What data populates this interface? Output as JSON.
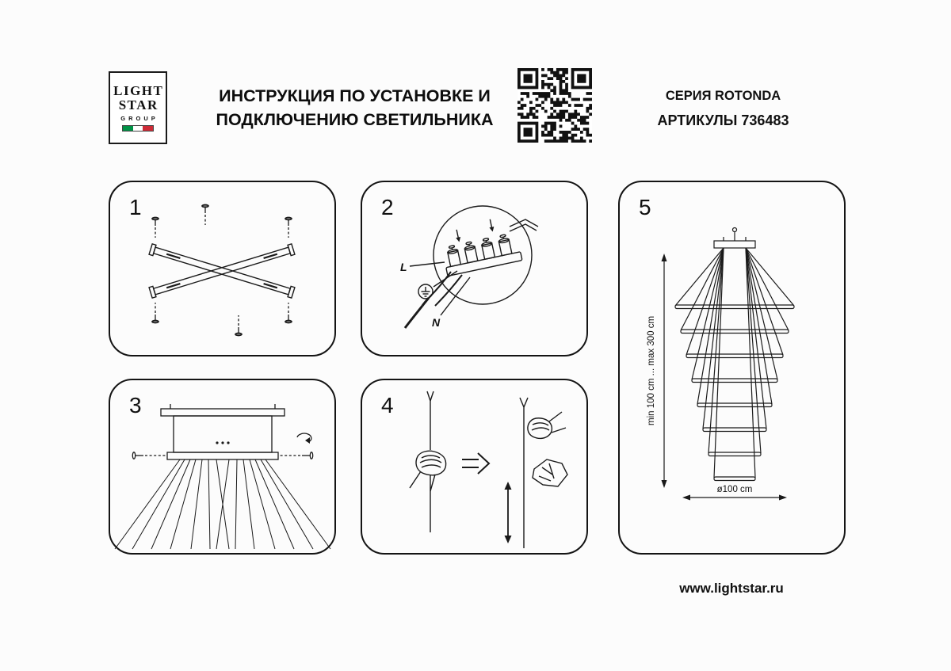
{
  "colors": {
    "line": "#1a1a1a",
    "flag_green": "#009246",
    "flag_white": "#ffffff",
    "flag_red": "#ce2b37"
  },
  "logo": {
    "word1": "LIGHT",
    "word2": "STAR",
    "word3": "GROUP"
  },
  "header": {
    "title_line1": "ИНСТРУКЦИЯ ПО УСТАНОВКЕ И",
    "title_line2": "ПОДКЛЮЧЕНИЮ СВЕТИЛЬНИКА",
    "series": "СЕРИЯ ROTONDA",
    "articles": "АРТИКУЛЫ 736483"
  },
  "steps": [
    {
      "number": "1"
    },
    {
      "number": "2",
      "wire_live_label": "L",
      "wire_neutral_label": "N"
    },
    {
      "number": "3"
    },
    {
      "number": "4"
    },
    {
      "number": "5",
      "height_range_label": "min 100 cm ... max 300 cm",
      "diameter_label": "ø100 cm"
    }
  ],
  "footer": {
    "website": "www.lightstar.ru"
  }
}
